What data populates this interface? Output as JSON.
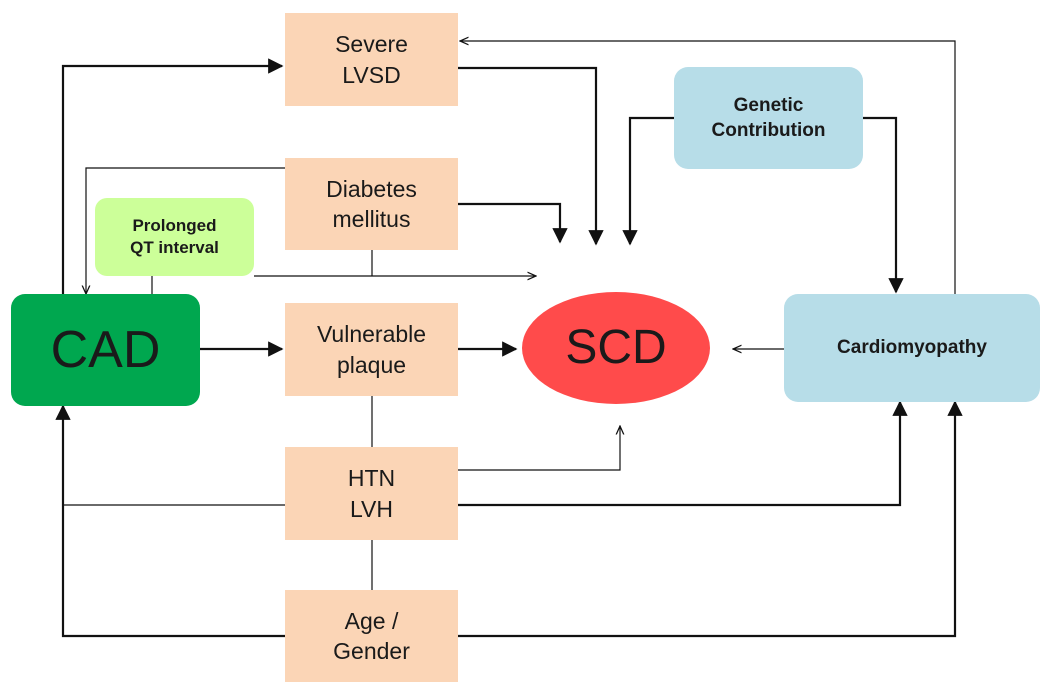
{
  "colors": {
    "peach": "#fbd5b6",
    "blue": "#b7dde8",
    "lightgreen": "#ccff99",
    "darkgreen": "#00a74f",
    "red": "#ff4b4b",
    "line": "#111111"
  },
  "nodes": {
    "severe_lvsd": "Severe\nLVSD",
    "diabetes": "Diabetes\nmellitus",
    "prolonged_qt": "Prolonged\nQT interval",
    "cad": "CAD",
    "vulnerable_plaque": "Vulnerable\nplaque",
    "htn_lvh": "HTN\nLVH",
    "age_gender": "Age /\nGender",
    "scd": "SCD",
    "genetic": "Genetic\nContribution",
    "cardiomyopathy": "Cardiomyopathy"
  }
}
